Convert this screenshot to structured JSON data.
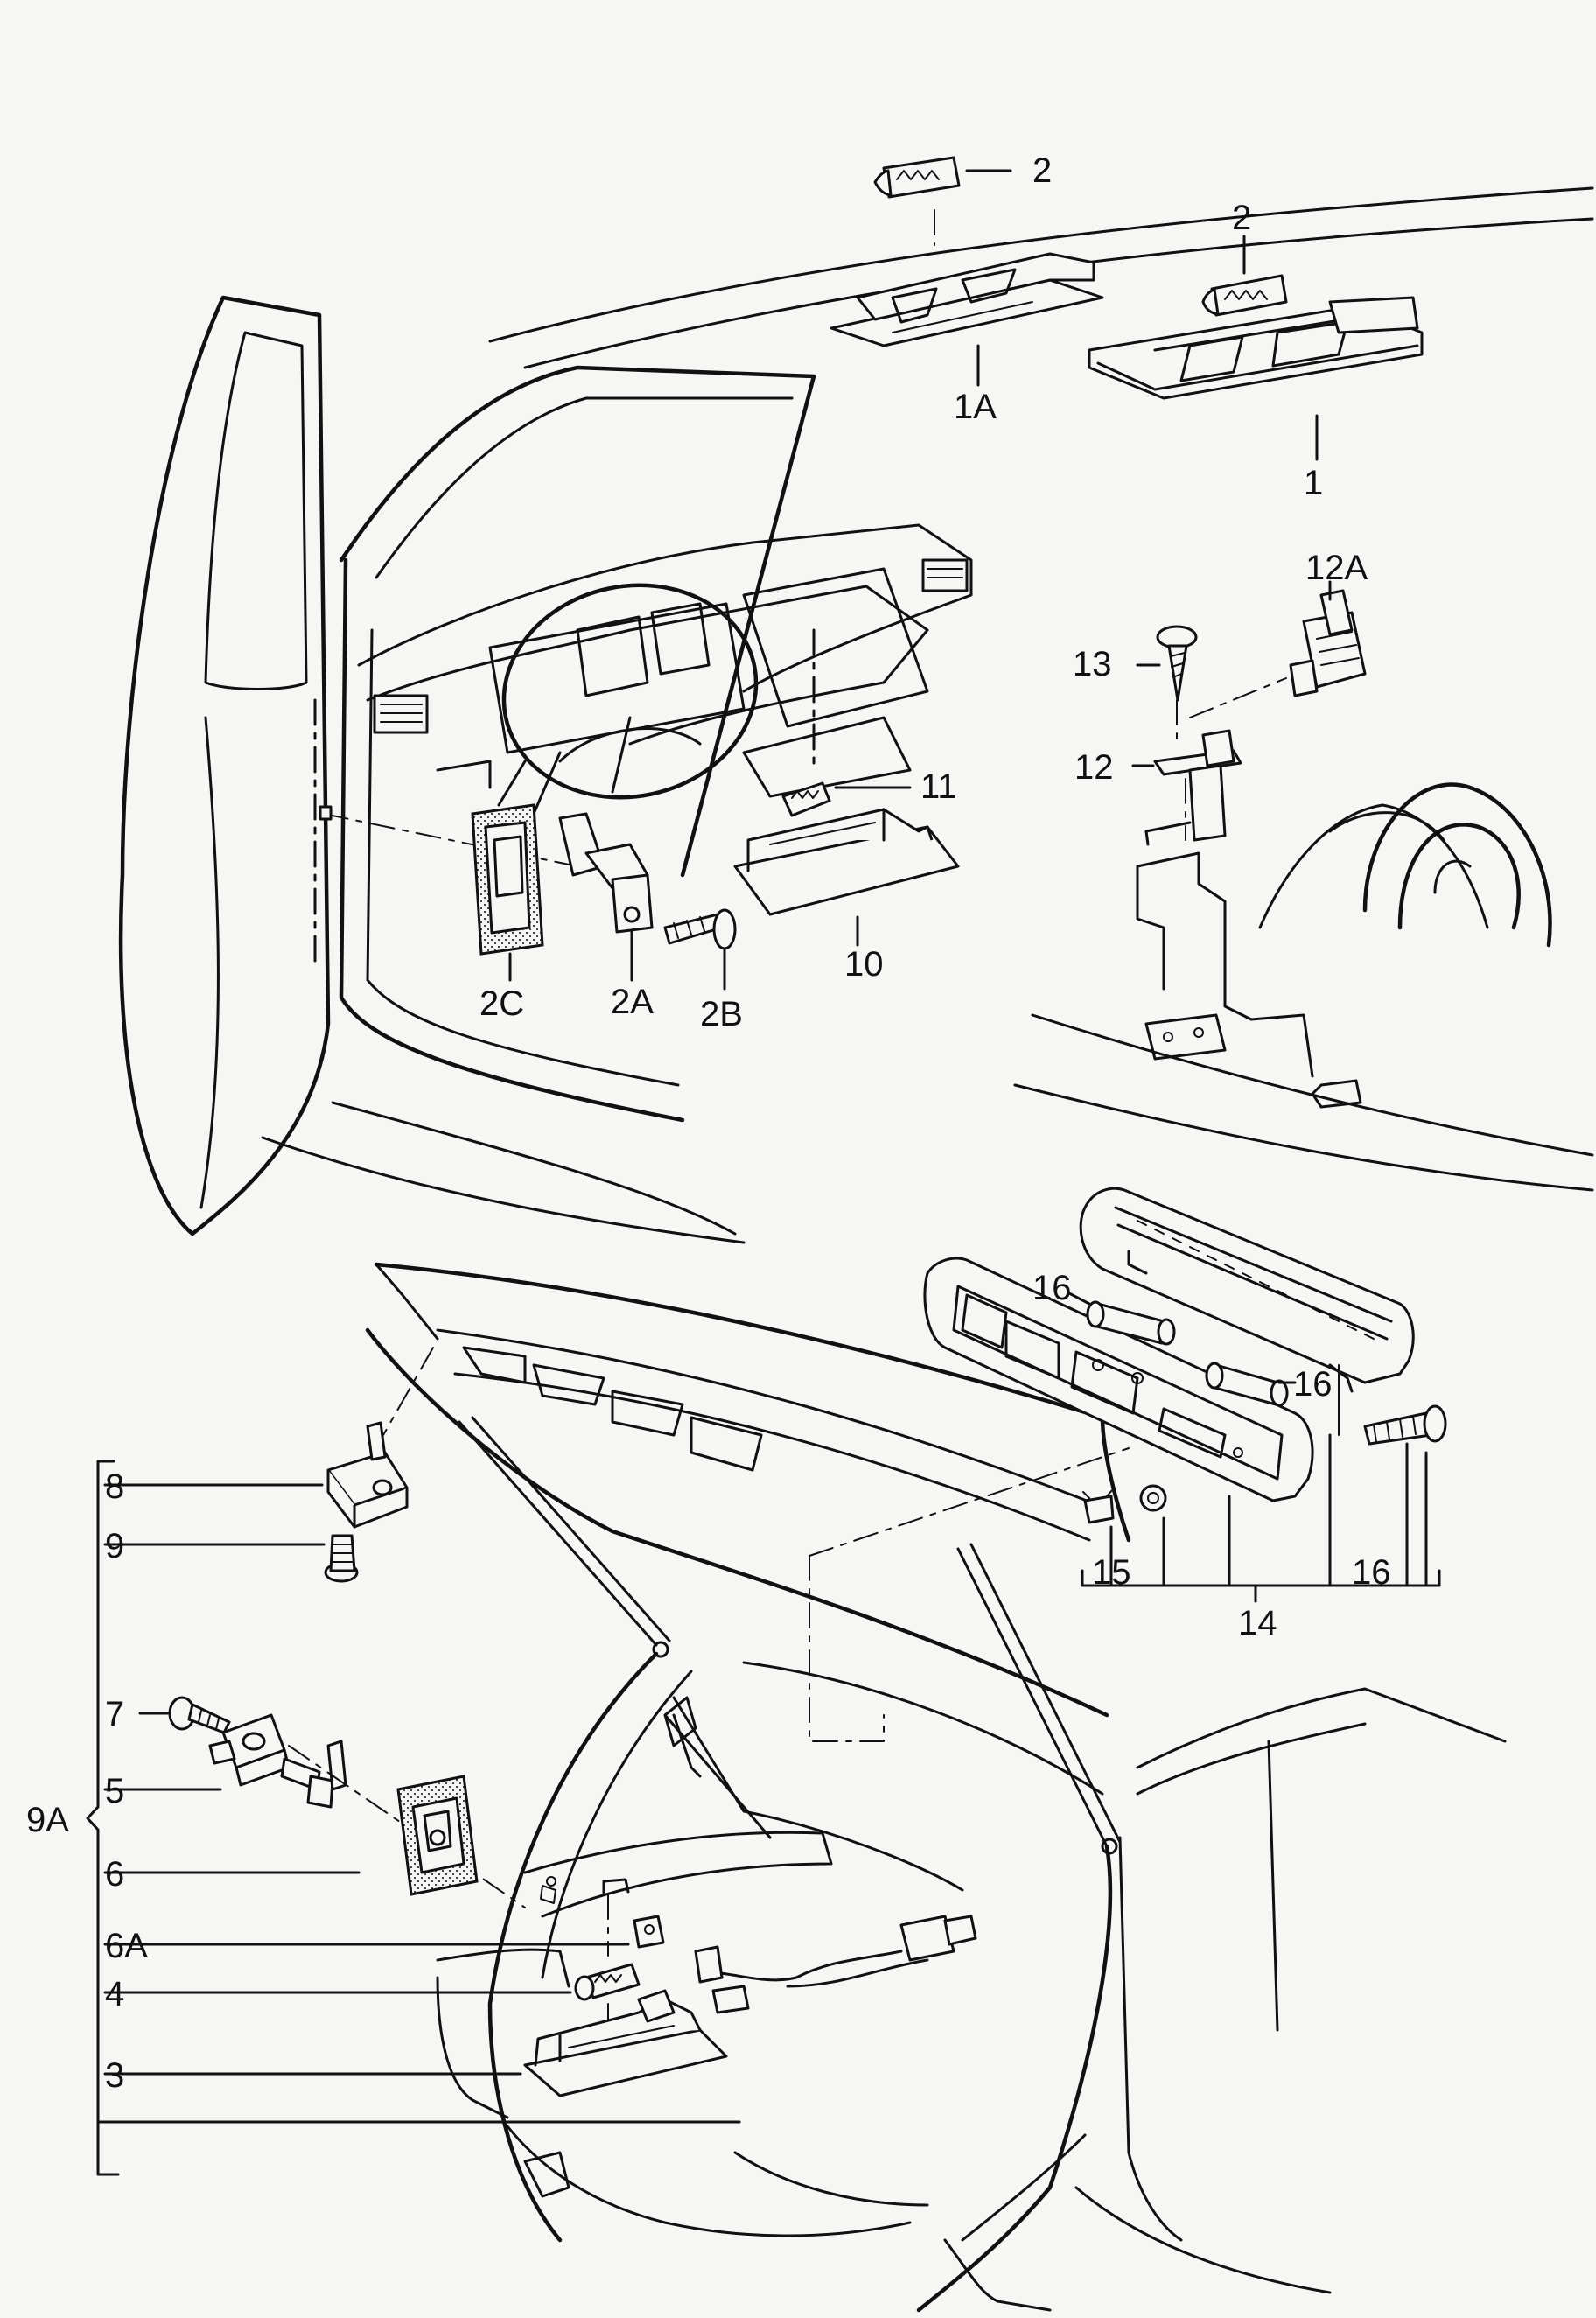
{
  "labels": {
    "l2_top": "2",
    "l1A": "1A",
    "l2_right": "2",
    "l1": "1",
    "l12A": "12A",
    "l13": "13",
    "l12": "12",
    "l11": "11",
    "l10": "10",
    "l2C": "2C",
    "l2A": "2A",
    "l2B": "2B",
    "l16_a": "16",
    "l16_b": "16",
    "l15": "15",
    "l16_c": "16",
    "l14": "14",
    "l8": "8",
    "l9": "9",
    "l7": "7",
    "l5": "5",
    "l9A": "9A",
    "l6": "6",
    "l6A": "6A",
    "l4": "4",
    "l3": "3"
  }
}
